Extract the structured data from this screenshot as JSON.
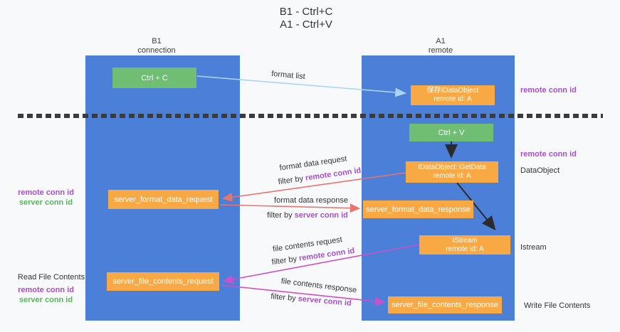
{
  "title": {
    "line1": "B1 - Ctrl+C",
    "line2": "A1 - Ctrl+V"
  },
  "lanes": {
    "left": {
      "name": "B1",
      "role": "connection"
    },
    "right": {
      "name": "A1",
      "role": "remote"
    }
  },
  "boxes": {
    "ctrl_c": {
      "label": "Ctrl + C"
    },
    "ctrl_v": {
      "label": "Ctrl + V"
    },
    "save_dataobject": {
      "line1": "保存IDataObject",
      "line2": "remote id: A"
    },
    "getdata": {
      "line1": "IDataObject::GetData",
      "line2": "remote id: A"
    },
    "istream": {
      "line1": "IStream",
      "line2": "remote id: A"
    },
    "server_format_data_request": {
      "label": "server_format_data_request"
    },
    "server_format_data_response": {
      "label": "server_format_data_response"
    },
    "server_file_contents_request": {
      "label": "server_file_contents_request"
    },
    "server_file_contents_response": {
      "label": "server_file_contents_response"
    }
  },
  "arrows": {
    "format_list": {
      "label": "format list"
    },
    "format_data_request": {
      "label": "format data request",
      "filter_prefix": "filter by",
      "filter_key": "remote conn id"
    },
    "format_data_response": {
      "label": "format data response",
      "filter_prefix": "filter by",
      "filter_key": "server conn id"
    },
    "file_contents_request": {
      "label": "file contents request",
      "filter_prefix": "filter by",
      "filter_key": "remote conn id"
    },
    "file_contents_response": {
      "label": "file contents response",
      "filter_prefix": "filter by",
      "filter_key": "server conn id"
    }
  },
  "side_labels": {
    "right_remote_conn_id_1": "remote conn id",
    "right_remote_conn_id_2": "remote conn id",
    "dataobject": "DataObject",
    "istream": "Istream",
    "write_file_contents": "Write File Contents",
    "left_remote_conn_id_1": "remote conn id",
    "left_server_conn_id_1": "server conn id",
    "read_file_contents": "Read File Contents",
    "left_remote_conn_id_2": "remote conn id",
    "left_server_conn_id_2": "server conn id"
  },
  "colors": {
    "lane_blue": "#4c80d8",
    "box_orange": "#f9a944",
    "box_green": "#6fbe74",
    "arrow_light_blue": "#a9d5f2",
    "arrow_salmon": "#e8746c",
    "arrow_magenta": "#cb50cb",
    "arrow_black": "#2b2b2b",
    "label_purple": "#a550c8",
    "label_green": "#58b55c",
    "background": "#f8f9fa"
  }
}
